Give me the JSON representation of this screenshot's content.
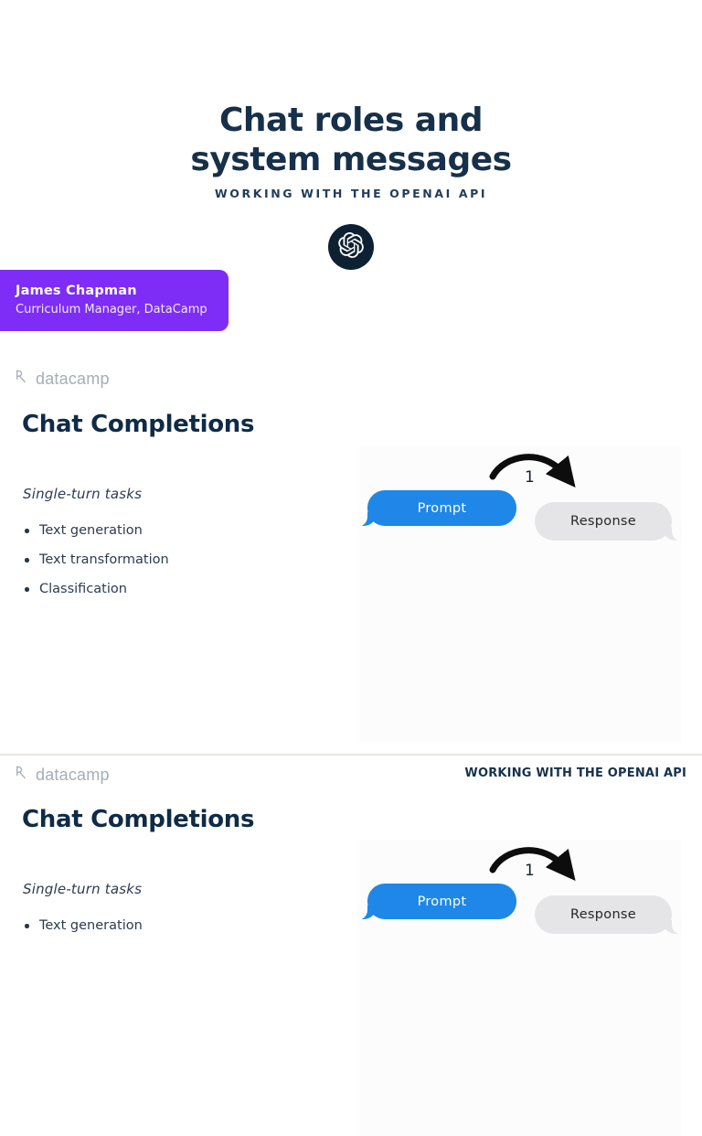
{
  "deck": {
    "title_line1": "Chat roles and",
    "title_line2": "system messages",
    "subtitle": "WORKING WITH THE OPENAI API",
    "author_name": "James Chapman",
    "author_role": "Curriculum Manager, DataCamp"
  },
  "brand": {
    "wordmark": "datacamp",
    "icons": {
      "openai": "openai-logo-icon",
      "datacamp": "datacamp-flag-icon"
    }
  },
  "slide_a": {
    "heading": "Chat Completions",
    "subheading": "Single-turn tasks",
    "bullets": [
      "Text generation",
      "Text transformation",
      "Classification"
    ]
  },
  "slide_b": {
    "header_right": "WORKING WITH THE OPENAI API",
    "heading": "Chat Completions",
    "subheading": "Single-turn tasks",
    "bullets": [
      "Text generation"
    ]
  },
  "diagram": {
    "step_label": "1",
    "prompt_label": "Prompt",
    "response_label": "Response"
  },
  "colors": {
    "navy": "#0f2b46",
    "accent_purple": "#7d2df5",
    "prompt_blue": "#1e87e8",
    "response_grey": "#e5e5e7",
    "logo_grey": "#a5aeb8",
    "openai_badge_bg": "#0e2133"
  }
}
